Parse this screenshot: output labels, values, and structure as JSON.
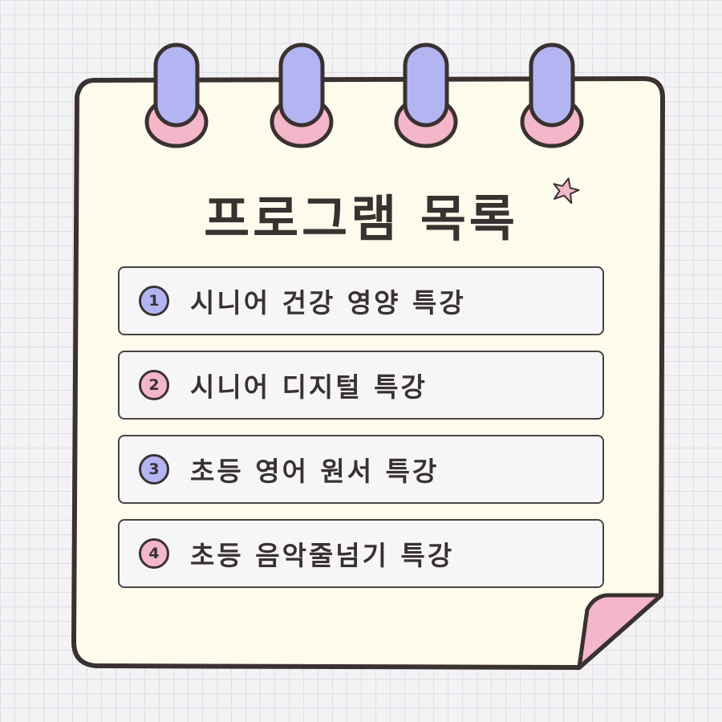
{
  "title": "프로그램 목록",
  "items": [
    {
      "number": "1",
      "label": "시니어 건강 영양 특강",
      "badge_color": "#b3b5f3"
    },
    {
      "number": "2",
      "label": "시니어 디지털 특강",
      "badge_color": "#f4b6c9"
    },
    {
      "number": "3",
      "label": "초등 영어 원서 특강",
      "badge_color": "#b3b5f3"
    },
    {
      "number": "4",
      "label": "초등 음악줄넘기 특강",
      "badge_color": "#f4b6c9"
    }
  ],
  "colors": {
    "paper": "#fdfbec",
    "outline": "#3a3131",
    "ring": "#b3b5f3",
    "ring_base": "#f4b6c9",
    "corner_curl": "#f4b6c9",
    "star": "#f4b6c9"
  }
}
